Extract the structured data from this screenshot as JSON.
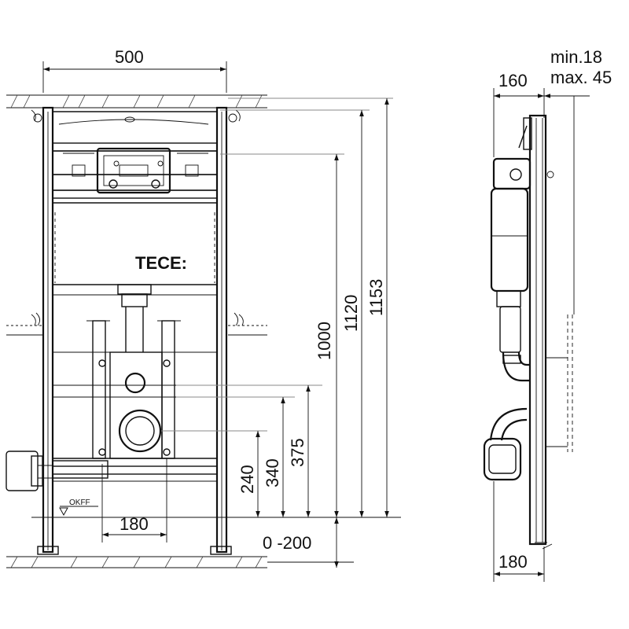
{
  "front_view": {
    "width_label": "500",
    "brand_label": "TECE:",
    "floor_label": "OKFF",
    "spacing_label": "180",
    "adjust_label": "0 -200",
    "heights": {
      "h1000": "1000",
      "h1120": "1120",
      "h1153": "1153",
      "h375": "375",
      "h340": "340",
      "h240": "240"
    }
  },
  "side_view": {
    "depth_label": "160",
    "wall_min": "min.18",
    "wall_max": "max. 45",
    "base_label": "180"
  }
}
